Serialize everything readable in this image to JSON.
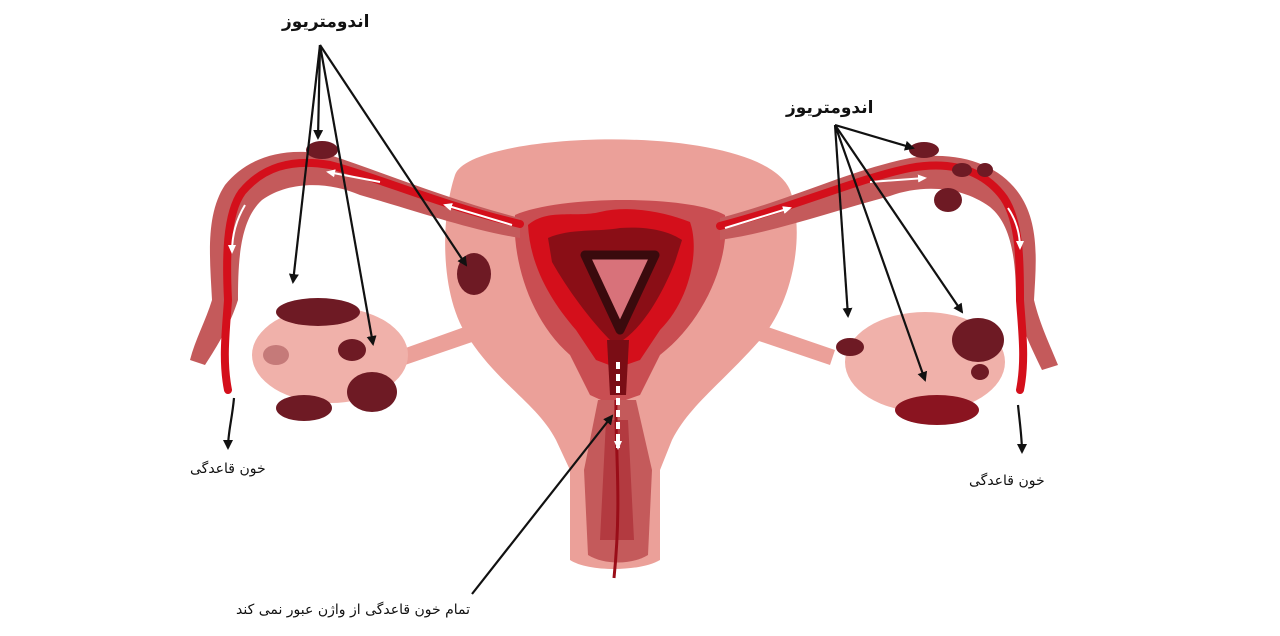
{
  "labels": {
    "endometriosis_left": "اندومتریوز",
    "endometriosis_right": "اندومتریوز",
    "menstrual_blood_left": "خون قاعدگی",
    "menstrual_blood_right": "خون قاعدگی",
    "not_all_blood_exits": "تمام خون قاعدگی از واژن عبور نمی کند"
  },
  "colors": {
    "uterus": "#eba099",
    "tube": "#c45a5b",
    "blood": "#d40f1b",
    "lesion": "#6e1a24",
    "ovary": "#f0b1aa",
    "cavity": "#d8727a",
    "arrow": "#111111"
  }
}
